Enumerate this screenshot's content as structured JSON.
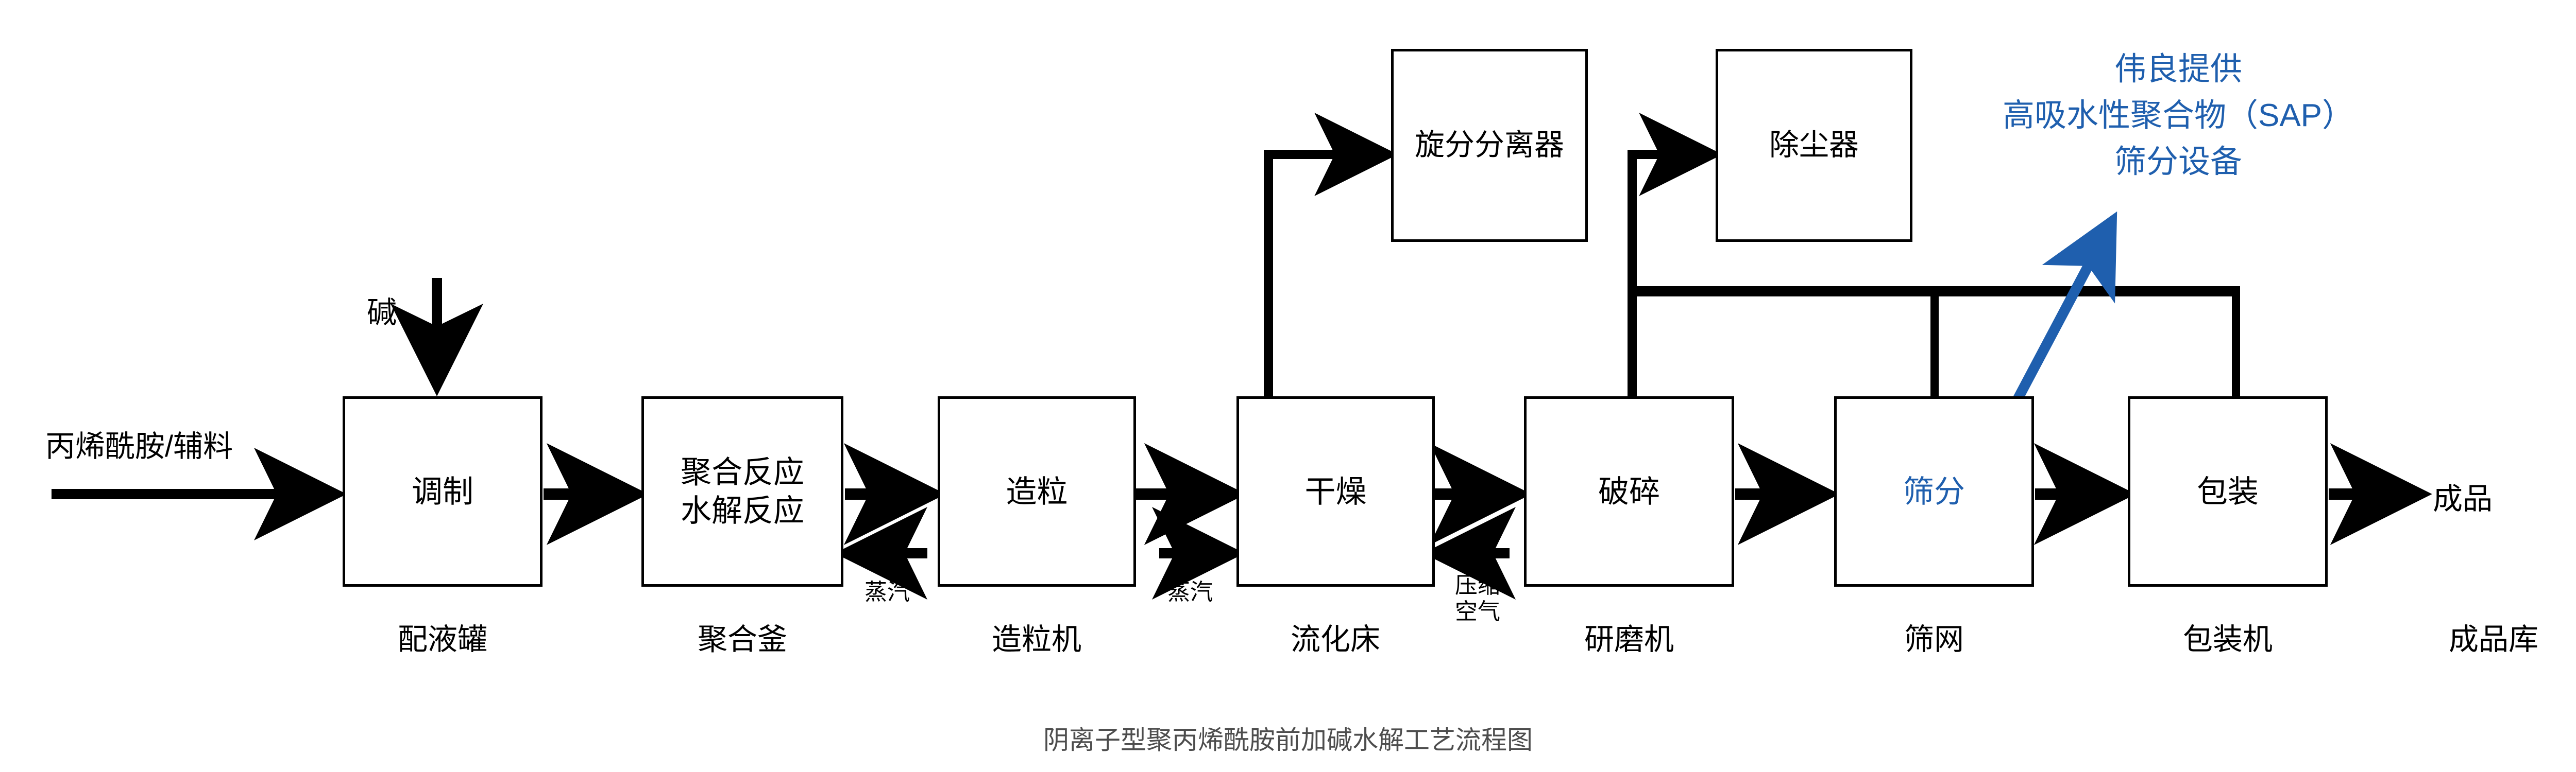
{
  "diagram": {
    "caption": "阴离子型聚丙烯酰胺前加碱水解工艺流程图",
    "colors": {
      "line": "#000000",
      "box_border": "#000000",
      "accent_blue": "#1F5FAE",
      "caption_gray": "#4d4d4d",
      "background": "#ffffff"
    },
    "inlet": {
      "label": "丙烯酰胺/辅料"
    },
    "outlet": {
      "label": "成品",
      "caption": "成品库"
    },
    "alkali": {
      "label": "碱"
    },
    "main_steps": [
      {
        "title": "调制",
        "caption": "配液罐"
      },
      {
        "title": "聚合反应",
        "title2": "水解反应",
        "caption": "聚合釜"
      },
      {
        "title": "造粒",
        "caption": "造粒机"
      },
      {
        "title": "干燥",
        "caption": "流化床"
      },
      {
        "title": "破碎",
        "caption": "研磨机"
      },
      {
        "title": "筛分",
        "caption": "筛网",
        "accent": true
      },
      {
        "title": "包装",
        "caption": "包装机"
      }
    ],
    "top_units": [
      {
        "title": "旋分分离器"
      },
      {
        "title": "除尘器"
      }
    ],
    "utilities": [
      {
        "label": "蒸汽"
      },
      {
        "label": "蒸汽"
      },
      {
        "label": "压缩",
        "label2": "空气"
      }
    ],
    "annotation": {
      "line1": "伟良提供",
      "line2": "高吸水性聚合物（SAP）",
      "line3": "筛分设备"
    }
  }
}
